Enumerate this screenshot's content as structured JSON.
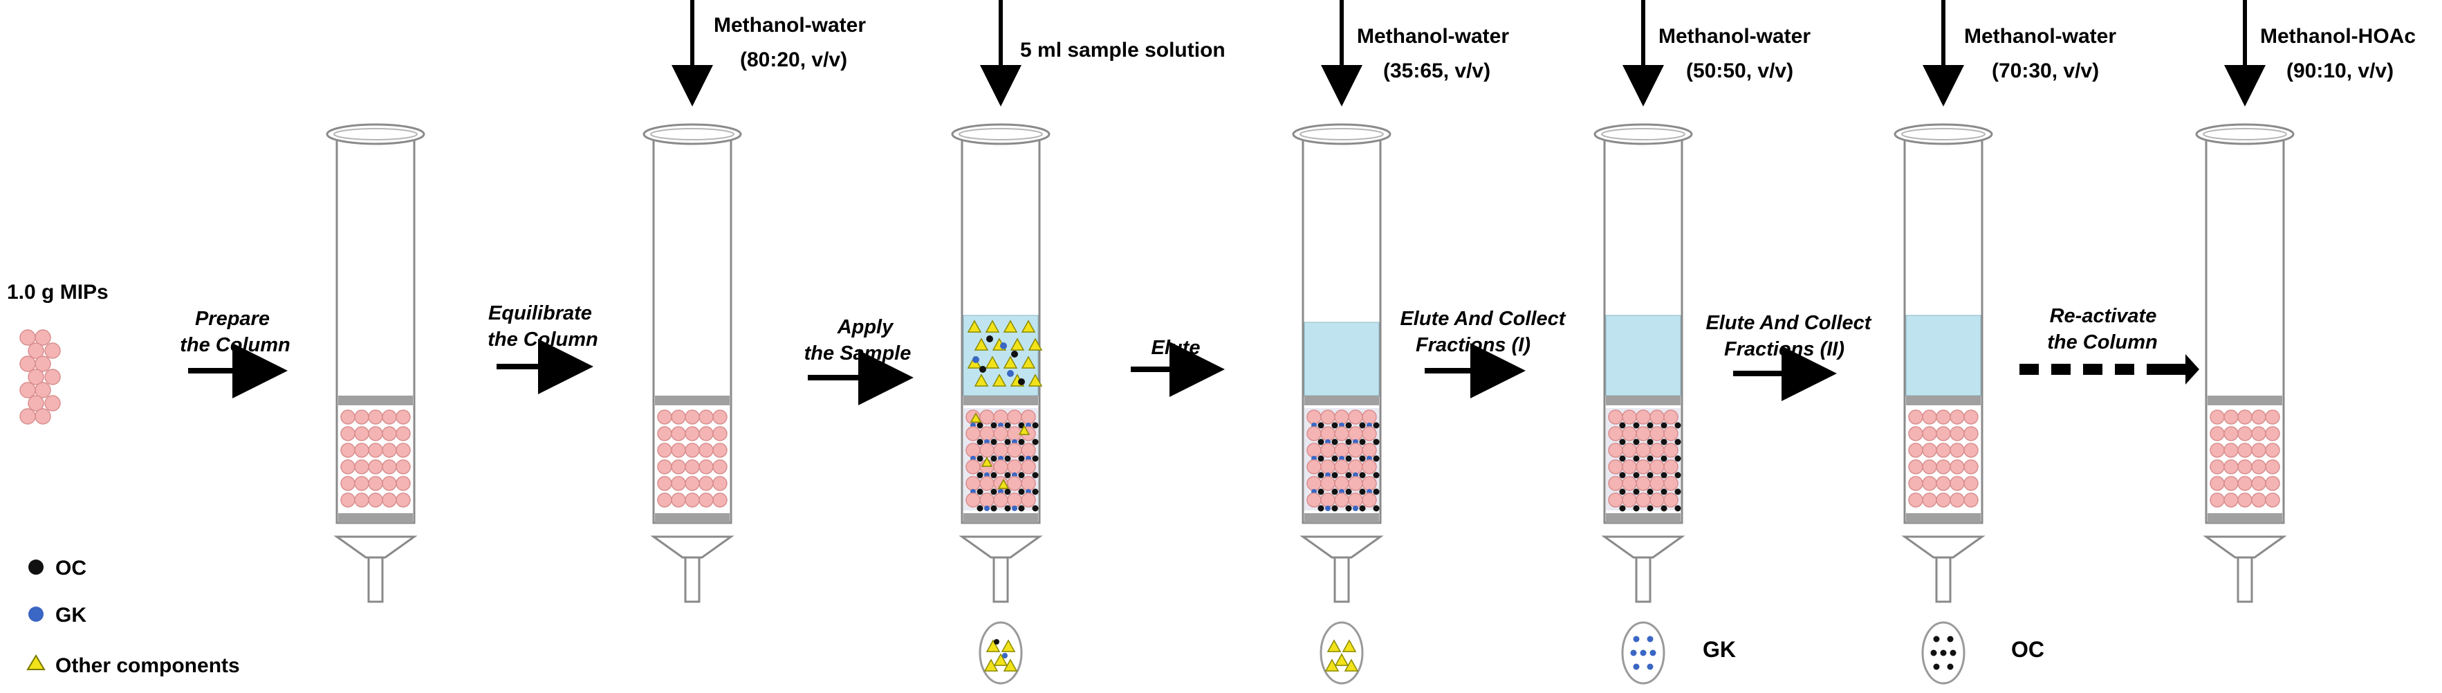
{
  "material": {
    "label": "1.0 g MIPs"
  },
  "legend": [
    {
      "label": "OC",
      "marker": "black-dot"
    },
    {
      "label": "GK",
      "marker": "blue-dot"
    },
    {
      "label": "Other components",
      "marker": "yellow-triangle"
    }
  ],
  "steps": [
    {
      "line1": "Prepare",
      "line2": "the Column"
    },
    {
      "line1": "Equilibrate",
      "line2": "the Column"
    },
    {
      "line1": "Apply",
      "line2": "the Sample"
    },
    {
      "line1": "Elute",
      "line2": ""
    },
    {
      "line1": "Elute And Collect",
      "line2": "Fractions (I)"
    },
    {
      "line1": "Elute And Collect",
      "line2": "Fractions (II)"
    },
    {
      "line1": "Re-activate",
      "line2": "the Column"
    }
  ],
  "solvents": [
    {
      "line1": "Methanol-water",
      "line2": "(80:20, v/v)"
    },
    {
      "line1": "5 ml sample solution",
      "line2": ""
    },
    {
      "line1": "Methanol-water",
      "line2": "(35:65, v/v)"
    },
    {
      "line1": "Methanol-water",
      "line2": "(50:50, v/v)"
    },
    {
      "line1": "Methanol-water",
      "line2": "(70:30, v/v)"
    },
    {
      "line1": "Methanol-HOAc",
      "line2": "(90:10, v/v)"
    }
  ],
  "fractions": [
    {
      "label": "",
      "content": "mixed"
    },
    {
      "label": "",
      "content": "other"
    },
    {
      "label": "GK",
      "content": "gk"
    },
    {
      "label": "OC",
      "content": "oc"
    }
  ],
  "colors": {
    "bead": "#f5b4b4",
    "bead_stroke": "#d98e8e",
    "liquid": "#bfe4ef",
    "frit": "#a0a0a0",
    "oc": "#111111",
    "gk": "#3a66c4",
    "other": "#f2e21a"
  }
}
